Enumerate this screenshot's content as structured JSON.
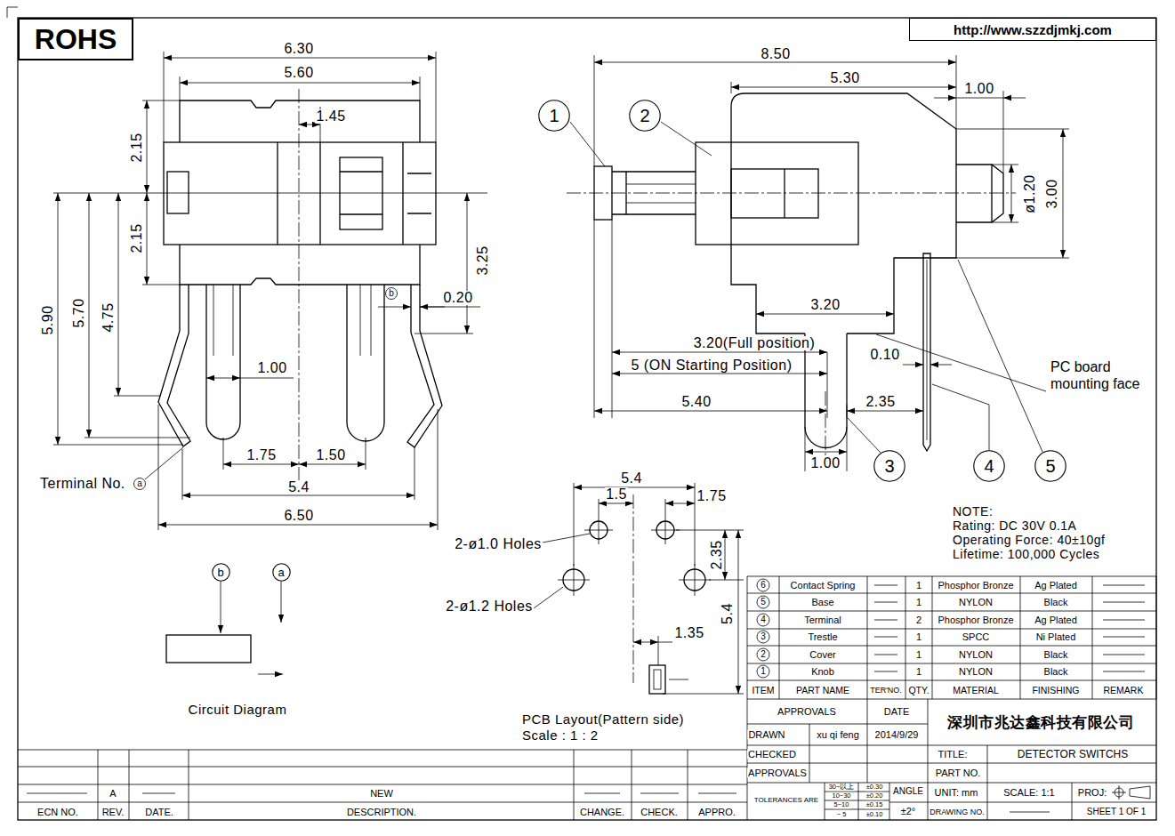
{
  "diagram": {
    "nodes": [
      {
        "text": [
          "ROHS"
        ]
      },
      {
        "text": [
          "http://www.szzdjmkj.com"
        ]
      },
      {
        "text": [
          "1"
        ]
      },
      {
        "text": [
          "2"
        ]
      },
      {
        "text": [
          "3"
        ]
      },
      {
        "text": [
          "4"
        ]
      },
      {
        "text": [
          "5"
        ]
      },
      {
        "text": [
          "b"
        ]
      },
      {
        "text": [
          "a"
        ]
      }
    ],
    "labels": [
      "6.30",
      "5.60",
      "1.45",
      "2.15",
      "2.15",
      "5.90",
      "5.70",
      "4.75",
      "3.25",
      "0.20",
      "b",
      "1.00",
      "1.75",
      "1.50",
      "Terminal No.",
      "a",
      "5.4",
      "6.50",
      "8.50",
      "5.30",
      "1.00",
      "ø1.20",
      "3.00",
      "3.20",
      "3.20(Full position)",
      "5 (ON Starting Position)",
      "0.10",
      "5.40",
      "2.35",
      "1.00",
      "PC board",
      "mounting face",
      "5.4",
      "1.5",
      "1.75",
      "2-ø1.0 Holes",
      "2.35",
      "2-ø1.2 Holes",
      "1.35",
      "5.4",
      "PCB Layout(Pattern side)",
      "Scale : 1 : 2",
      "Circuit Diagram",
      "NOTE:",
      "Rating: DC 30V 0.1A",
      "Operating Force: 40±10gf",
      "Lifetime: 100,000 Cycles",
      "6",
      "Contact Spring",
      "1",
      "Phosphor Bronze",
      "Ag Plated",
      "5",
      "Base",
      "1",
      "NYLON",
      "Black",
      "4",
      "Terminal",
      "2",
      "Phosphor Bronze",
      "Ag Plated",
      "3",
      "Trestle",
      "1",
      "SPCC",
      "Ni Plated",
      "2",
      "Cover",
      "1",
      "NYLON",
      "Black",
      "1",
      "Knob",
      "1",
      "NYLON",
      "Black",
      "ITEM",
      "PART NAME",
      "TER'NO.",
      "QTY.",
      "MATERIAL",
      "FINISHING",
      "REMARK",
      "APPROVALS",
      "DATE",
      "深圳市兆达鑫科技有限公司",
      "DRAWN",
      "xu qi feng",
      "2014/9/29",
      "CHECKED",
      "TITLE:",
      "DETECTOR SWITCHS",
      "APPROVALS",
      "PART NO.",
      "TOLERANCES ARE",
      "30~以上",
      "±0.30",
      "10~30",
      "±0.20",
      "5~10",
      "±0.15",
      "~ 5",
      "±0.10",
      "ANGLE",
      "±2°",
      "UNIT: mm",
      "SCALE: 1:1",
      "PROJ:",
      "DRAWING NO.",
      "SHEET 1 OF 1",
      "A",
      "NEW",
      "ECN NO.",
      "REV.",
      "DATE.",
      "DESCRIPTION.",
      "CHANGE.",
      "CHECK.",
      "APPRO."
    ]
  }
}
